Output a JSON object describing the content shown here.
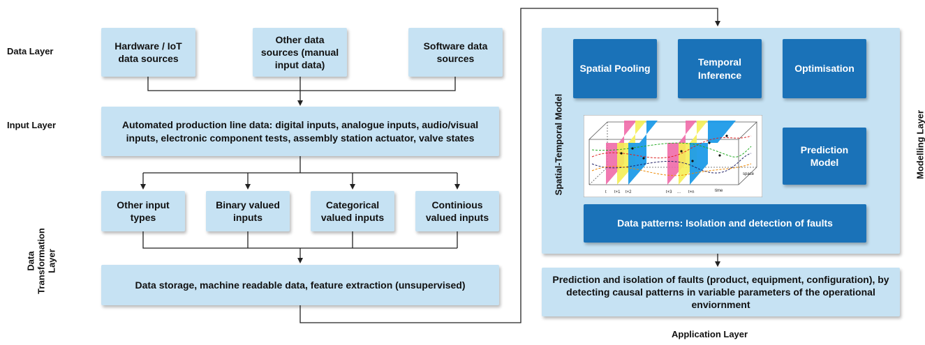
{
  "layers": {
    "data": "Data Layer",
    "input": "Input Layer",
    "transformation_line1": "Data",
    "transformation_line2": "Transformation",
    "transformation_line3": "Layer",
    "modelling": "Modelling Layer",
    "application": "Application Layer"
  },
  "data_sources": {
    "hardware": "Hardware / IoT data sources",
    "other": "Other data sources (manual input data)",
    "software": "Software data sources"
  },
  "input_box": "Automated production line data: digital inputs, analogue inputs, audio/visual inputs, electronic component tests, assembly station actuator, valve states",
  "input_types": {
    "other": "Other input types",
    "binary": "Binary valued inputs",
    "categorical": "Categorical valued inputs",
    "continuous": "Continious valued inputs"
  },
  "storage_box": "Data storage, machine readable data, feature extraction (unsupervised)",
  "model": {
    "side_label": "Spatial-Temporal Model",
    "spatial_pooling": "Spatial Pooling",
    "temporal_inference": "Temporal Inference",
    "optimisation": "Optimisation",
    "prediction_model": "Prediction Model",
    "data_patterns": "Data patterns: Isolation and detection of faults",
    "figure_labels": {
      "t": "t",
      "t1": "t+1",
      "t2": "t+2",
      "t3": "t+3",
      "dots": "...",
      "tn": "t+n",
      "time": "time",
      "space": "space"
    }
  },
  "application_box": "Prediction and isolation of faults (product, equipment, configuration), by detecting causal patterns in variable parameters of the operational enviornment",
  "colors": {
    "light_box": "#c6e2f3",
    "dark_box": "#1a72b8",
    "line": "#222222"
  }
}
